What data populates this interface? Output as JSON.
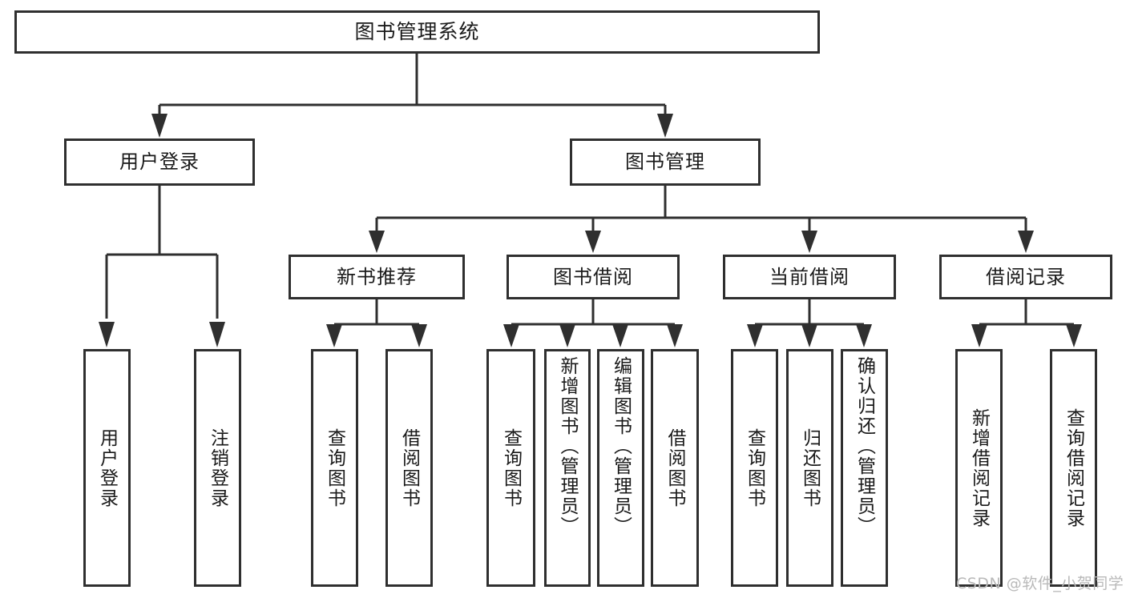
{
  "diagram": {
    "title": "图书管理系统",
    "watermark": "CSDN @软件_小贺同学",
    "line_color": "#2f2f2f",
    "box_fill": "#ffffff",
    "text_color": "#1a1a1a",
    "watermark_color": "#b9b9b9"
  },
  "nodes": {
    "root": {
      "label": "图书管理系统"
    },
    "level2": [
      {
        "label": "用户登录"
      },
      {
        "label": "图书管理"
      }
    ],
    "level3": [
      {
        "label": "新书推荐"
      },
      {
        "label": "图书借阅"
      },
      {
        "label": "当前借阅"
      },
      {
        "label": "借阅记录"
      }
    ],
    "leaves": {
      "user_login": [
        {
          "label": "用户登录"
        },
        {
          "label": "注销登录"
        }
      ],
      "new_book_recommend": [
        {
          "label": "查询图书"
        },
        {
          "label": "借阅图书"
        }
      ],
      "book_borrow": [
        {
          "label": "查询图书"
        },
        {
          "label": "新增图书（管理员）"
        },
        {
          "label": "编辑图书（管理员）"
        },
        {
          "label": "借阅图书"
        }
      ],
      "current_borrow": [
        {
          "label": "查询图书"
        },
        {
          "label": "归还图书"
        },
        {
          "label": "确认归还（管理员）"
        }
      ],
      "borrow_record": [
        {
          "label": "新增借阅记录"
        },
        {
          "label": "查询借阅记录"
        }
      ]
    }
  }
}
